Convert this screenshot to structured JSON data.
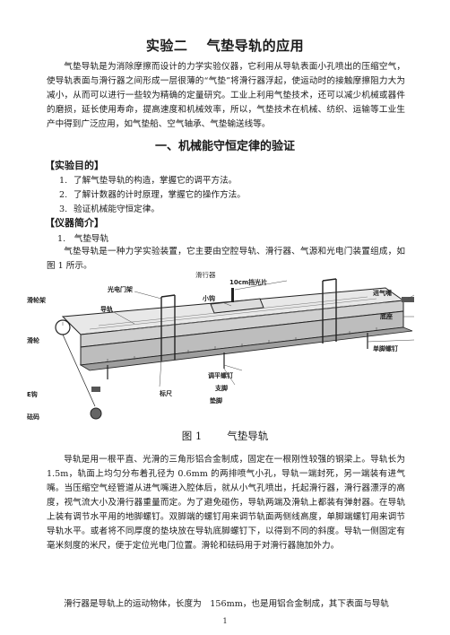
{
  "title": "实验二　 气垫导轨的应用",
  "intro": "气垫导轨是为消除摩擦而设计的力学实验仪器，它利用从导轨表面小孔喷出的压缩空气，使导轨表面与滑行器之间形成一层很薄的“气垫”将滑行器浮起，使运动时的接触摩擦阻力大为减小，从而可以进行一些较为精确的定量研究。工业上利用气垫技术，还可以减少机械或器件的磨损，延长使用寿命，提高速度和机械效率，所以，气垫技术在机械、纺织、运输等工业生产中得到广泛应用，如气垫船、空气轴承、气垫输送线等。",
  "section1": "一、机械能守恒定律的验证",
  "purpose_heading": "【实验目的】",
  "purpose_items": [
    {
      "num": "1.",
      "text": "了解气垫导轨的构造，掌握它的调平方法。"
    },
    {
      "num": "2.",
      "text": "了解计数器的计时原理，掌握它的操作方法。"
    },
    {
      "num": "3.",
      "text": "验证机械能守恒定律。"
    }
  ],
  "instrument_heading": "【仪器简介】",
  "sub1": "1.　气垫导轨",
  "para_intro2": "气垫导轨是一种力学实验装置，它主要由空腔导轨、滑行器、气源和光电门装置组成，如图 1 所示。",
  "figure": {
    "labels": {
      "slider_top": "滑行器",
      "photogate_bracket": "光电门架",
      "shading_plate": "10cm挡光片",
      "small_hook": "小钩",
      "air_inlet": "进气嘴",
      "rail": "导轨",
      "pulley_frame": "滑轮架",
      "pulley": "滑轮",
      "base": "底座",
      "single_foot_screw": "单脚螺钉",
      "adjust_screw": "调平螺钉",
      "support_foot": "支脚",
      "pad": "垫脚",
      "scale": "标尺",
      "hook": "E钩",
      "weight": "砝码"
    },
    "caption_num": "图 1",
    "caption_text": "气垫导轨"
  },
  "para_rail": "导轨是用一根平直、光滑的三角形铝合金制成，固定在一根刚性较强的钢梁上。导轨长为 1.5m，轨面上均匀分布着孔径为 0.6mm 的两排喷气小孔，导轨一端封死，另一端装有进气嘴。当压缩空气经管道从进气嘴进入腔体后，就从小气孔喷出，托起滑行器，滑行器漂浮的高度，视气流大小及滑行器重量而定。为了避免碰伤，导轨两端及滑轨上都装有弹射器。在导轨上装有调节水平用的地脚螺钉。双脚端的螺钉用来调节轨面两侧线高度，单脚端螺钉用来调节导轨水平。或者将不同厚度的垫块放在导轨底脚螺钉下，以得到不同的斜度。导轨一侧固定有毫米刻度的米尺，便于定位光电门位置。滑轮和砝码用于对滑行器施加外力。",
  "para_slider": "滑行器是导轨上的运动物体，长度为　156mm，也是用铝合金制成，其下表面与导轨",
  "page_number": "1"
}
